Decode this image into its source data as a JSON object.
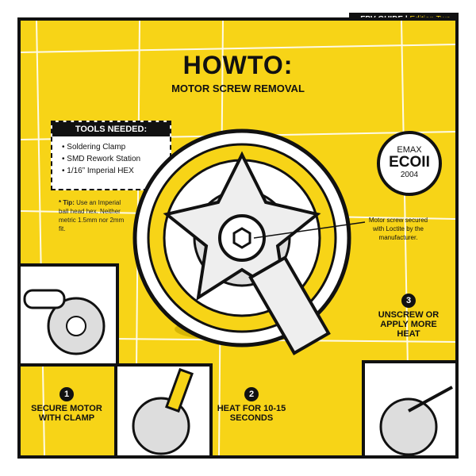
{
  "header": {
    "guide": "FPV GUIDE",
    "separator": "|",
    "edition": "Edition Two"
  },
  "title": "HOWTO:",
  "subtitle": "MOTOR SCREW REMOVAL",
  "tools": {
    "heading": "TOOLS NEEDED:",
    "items": [
      "Soldering Clamp",
      "SMD Rework Station",
      "1/16” Imperial HEX"
    ]
  },
  "tip": {
    "label": "* Tip:",
    "text": " Use an Imperial ball head hex. Neither metric 1.5mm nor 2mm fit."
  },
  "badge": {
    "brand": "EMAX",
    "model": "ECOII",
    "size": "2004"
  },
  "note": "Motor screw secured with Loctite by the manufacturer.",
  "steps": [
    {
      "num": "1",
      "text": "SECURE MOTOR WITH CLAMP"
    },
    {
      "num": "2",
      "text": "HEAT FOR 10-15 SECONDS"
    },
    {
      "num": "3",
      "text": "UNSCREW OR APPLY MORE HEAT"
    }
  ],
  "colors": {
    "yellow": "#f7d417",
    "black": "#111111"
  }
}
